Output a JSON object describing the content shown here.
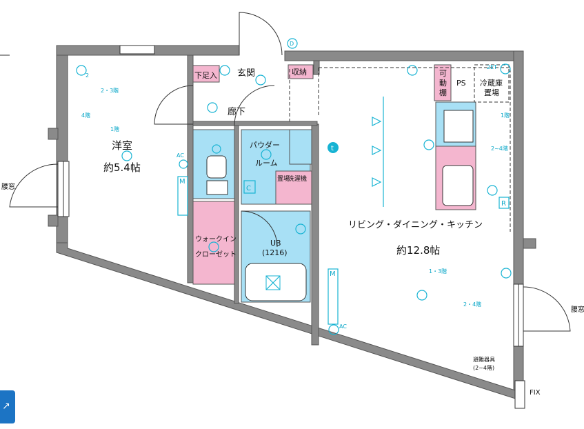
{
  "rooms": {
    "western_room": "洋室",
    "western_size": "約5.4帖",
    "ldk": "リビング・ダイニング・キッチン",
    "ldk_size": "約12.8帖",
    "powder_room_line1": "パウダー",
    "powder_room_line2": "ルーム",
    "ub_label": "UB",
    "ub_size": "(1216)",
    "walk_in_line1": "ウォークイン",
    "walk_in_line2": "クローゼット",
    "hallway": "廊下",
    "entrance": "玄関",
    "shoe_shelf": "下足入",
    "storage": "収納",
    "movable_shelf_line1": "可",
    "movable_shelf_line2": "動",
    "movable_shelf_line3": "棚",
    "ps": "PS",
    "fridge_line1": "冷蔵庫",
    "fridge_line2": "置場",
    "washer_line1": "洗濯機",
    "washer_line2": "置場",
    "window_left": "腰窓",
    "window_right": "腰窓",
    "fix_window": "FIX",
    "evac_line1": "避難器具",
    "evac_line2": "(2~4階)"
  },
  "symbols": {
    "ac_left": "AC",
    "ac_right": "AC",
    "meter_m": "M",
    "meter_m2": "M",
    "d_mark": "D",
    "t_mark": "t",
    "c_mark": "C",
    "r_mark": "R",
    "outlet_2": "2",
    "outlet_2et": "2ET",
    "floor_23": "2・3階",
    "floor_4": "4階",
    "floor_1": "1階",
    "floor_13": "1・3階",
    "floor_24": "2・4階",
    "floor_1k": "1階",
    "floor_24k": "2~4階"
  },
  "colors": {
    "wall": "#8a8a8a",
    "wet_area": "#a8e0f5",
    "storage_pink": "#f4b6cf",
    "symbol_cyan": "#17b3d3"
  }
}
